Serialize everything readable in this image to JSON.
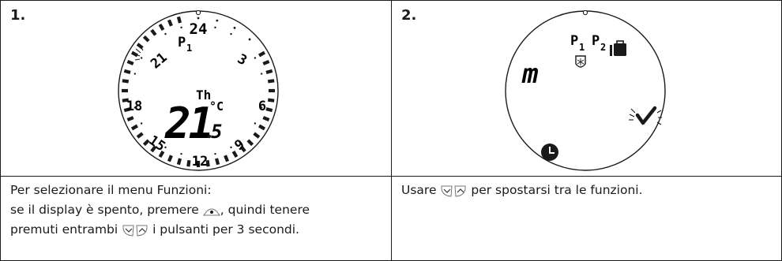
{
  "panel1": {
    "step": "1.",
    "dial": {
      "hours": [
        "24",
        "3",
        "6",
        "9",
        "12",
        "15",
        "18",
        "21"
      ],
      "program": "P",
      "program_index": "1",
      "day": "Th",
      "temp_int": "21",
      "temp_dec": "5",
      "unit": "°C"
    },
    "caption": {
      "line1": "Per selezionare il menu Funzioni:",
      "line2a": "se il display è spento, premere",
      "line2b": ", quindi tenere",
      "line3a": "premuti entrambi",
      "line3b": "i pulsanti per 3 secondi."
    }
  },
  "panel2": {
    "step": "2.",
    "dial": {
      "program": "P",
      "p1_index": "1",
      "p2_index": "2",
      "mode_text": "m"
    },
    "caption": {
      "a": "Usare",
      "b": "per spostarsi tra le funzioni."
    }
  }
}
